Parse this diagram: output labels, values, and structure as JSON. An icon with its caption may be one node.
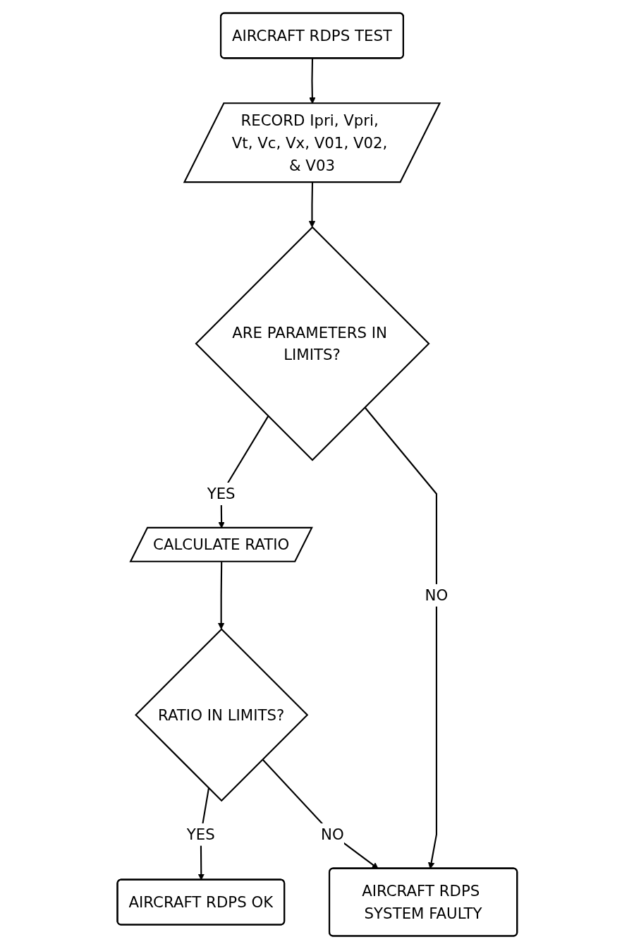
{
  "diagram": {
    "nodes": [
      {
        "text": [
          "AIRCRAFT RDPS TEST"
        ]
      },
      {
        "text": [
          "RECORD Ipri, Vpri, Vt, Vc, Vx, V01, V02, & V03"
        ]
      },
      {
        "text": [
          "ARE PARAMETERS IN LIMITS?"
        ]
      },
      {
        "text": [
          "CALCULATE RATIO"
        ]
      },
      {
        "text": [
          "RATIO IN LIMITS?"
        ]
      },
      {
        "text": [
          "AIRCRAFT RDPS OK"
        ]
      },
      {
        "text": [
          "AIRCRAFT RDPS SYSTEM FAULTY"
        ]
      }
    ],
    "edges": [
      {
        "from": 0,
        "to": 1,
        "arrow": "to"
      },
      {
        "from": 1,
        "to": 2,
        "arrow": "to"
      },
      {
        "from": 2,
        "to": 3,
        "arrow": "to",
        "label": "YES"
      },
      {
        "from": 2,
        "to": 6,
        "arrow": "to",
        "label": "NO"
      },
      {
        "from": 3,
        "to": 4,
        "arrow": "to"
      },
      {
        "from": 4,
        "to": 5,
        "arrow": "to",
        "label": "YES"
      },
      {
        "from": 4,
        "to": 6,
        "arrow": "to",
        "label": "NO"
      }
    ]
  }
}
